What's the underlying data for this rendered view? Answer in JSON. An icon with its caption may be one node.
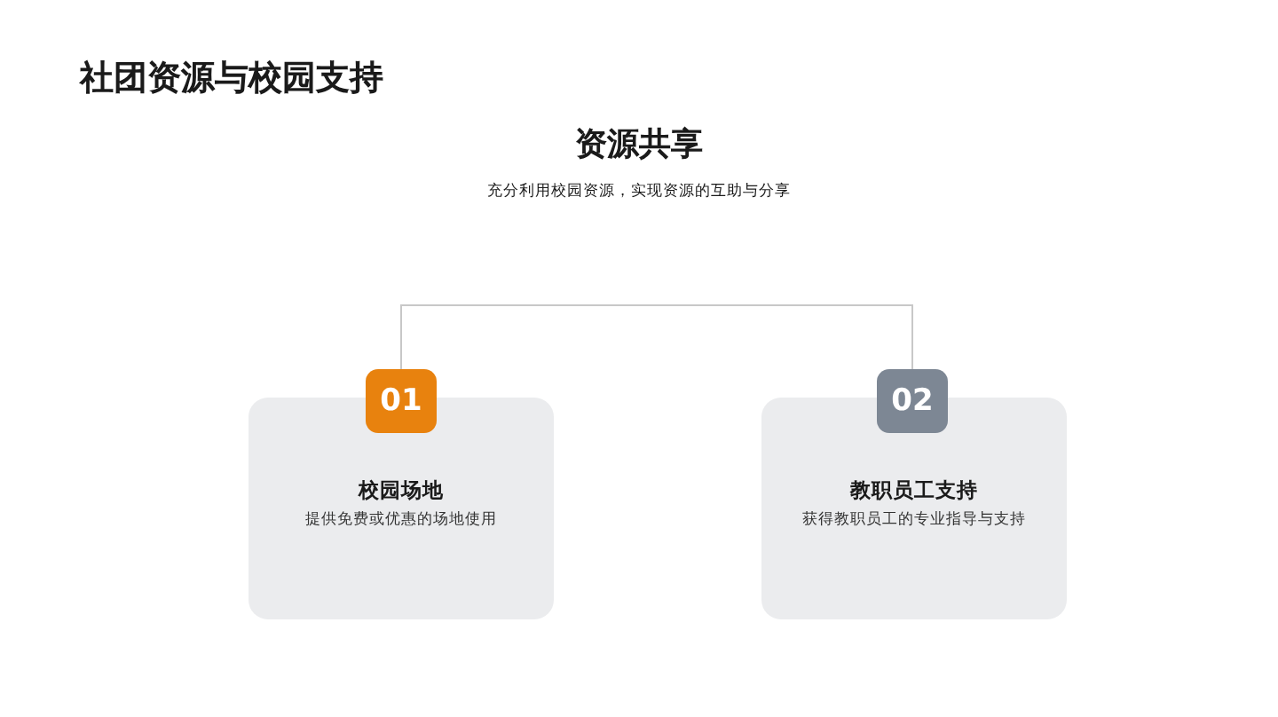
{
  "diagram": {
    "title": "社团资源与校园支持",
    "nodes": [
      {
        "text": [
          "01"
        ]
      },
      {
        "text": [
          "校园场地",
          "提供免费或优惠的场地使用"
        ]
      },
      {
        "text": [
          "02"
        ]
      },
      {
        "text": [
          "教职员工支持",
          "获得教职员工的专业指导与支持"
        ]
      }
    ],
    "edges": [
      {
        "from": 0,
        "to": 2,
        "arrow": "none"
      }
    ],
    "labels": [
      "资源共享",
      "充分利用校园资源，实现资源的互助与分享"
    ]
  }
}
